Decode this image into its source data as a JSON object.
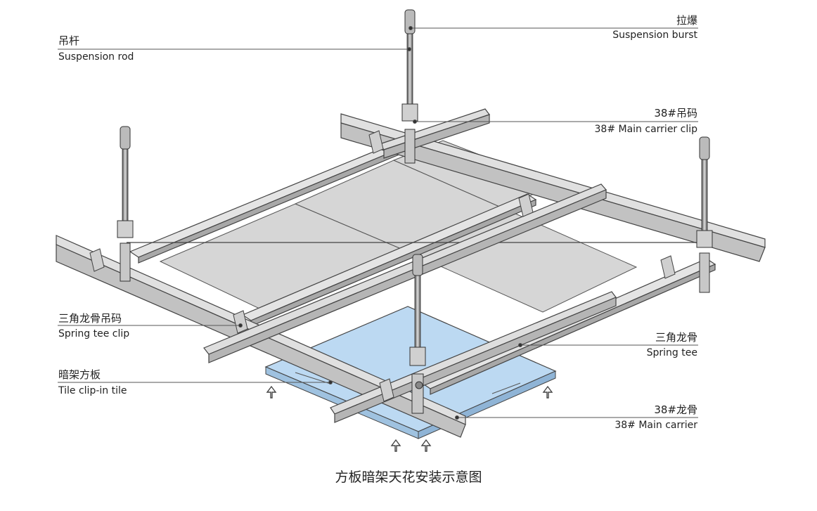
{
  "labels": {
    "suspension_burst": {
      "zh": "拉爆",
      "en": "Suspension burst"
    },
    "suspension_rod": {
      "zh": "吊杆",
      "en": "Suspension rod"
    },
    "main_carrier_clip": {
      "zh": "38#吊码",
      "en": "38# Main carrier clip"
    },
    "spring_tee_clip": {
      "zh": "三角龙骨吊码",
      "en": "Spring tee clip"
    },
    "spring_tee": {
      "zh": "三角龙骨",
      "en": "Spring tee"
    },
    "tile": {
      "zh": "暗架方板",
      "en": "Tile clip-in tile"
    },
    "main_carrier": {
      "zh": "38#龙骨",
      "en": "38#  Main carrier"
    }
  },
  "caption": "方板暗架天花安装示意图",
  "colors": {
    "rail_light": "#e2e2e2",
    "rail_mid": "#c4c4c4",
    "rail_dark": "#8e8e8e",
    "tile_gray": "#d4d4d4",
    "tile_blue": "#bcd9f2",
    "outline": "#444444",
    "leader": "#555555"
  },
  "icons": [
    "up-arrow-icon"
  ]
}
